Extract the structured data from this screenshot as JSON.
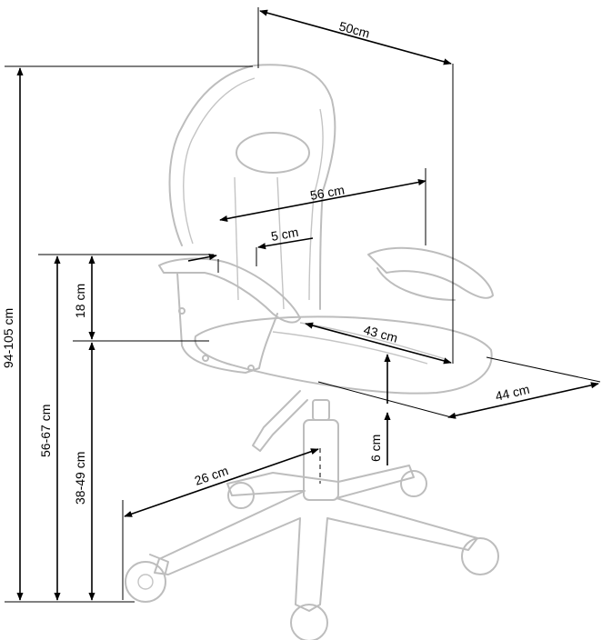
{
  "dimensions": {
    "width_total": "50cm",
    "backrest_width": "56 cm",
    "backrest_depth": "5 cm",
    "seat_depth": "43 cm",
    "seat_width": "44 cm",
    "base_radius": "26 cm",
    "seat_lift": "6 cm",
    "armrest_height": "18 cm",
    "height_total": "94-105 cm",
    "armrest_floor_height": "56-67 cm",
    "seat_height": "38-49 cm"
  },
  "colors": {
    "outline": "#bdbdbd",
    "dimension": "#000000"
  }
}
